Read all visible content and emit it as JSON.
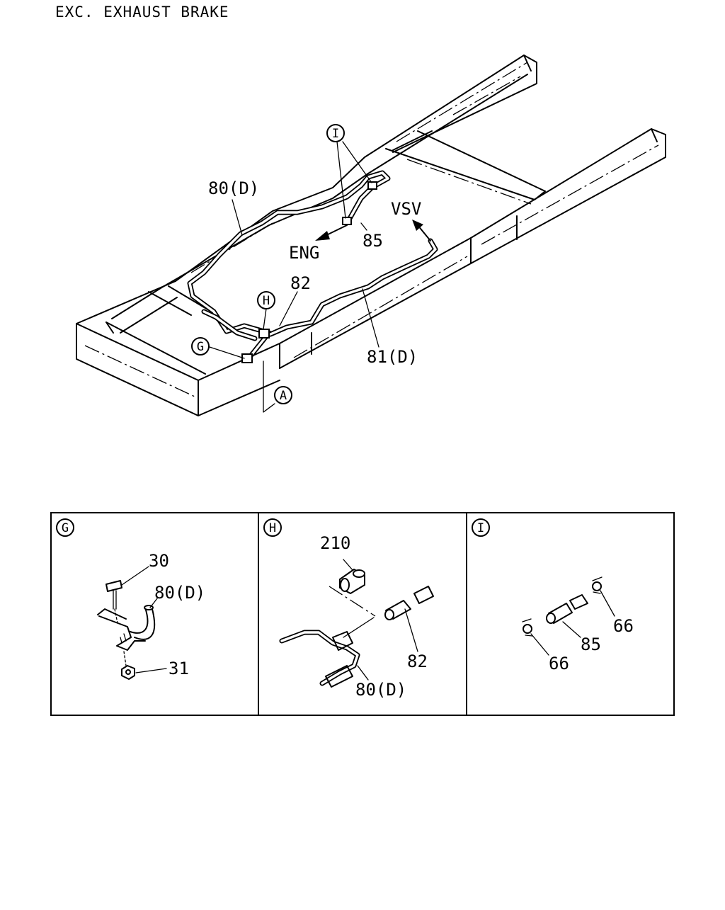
{
  "title": "EXC. EXHAUST BRAKE",
  "main": {
    "labels": {
      "pipe_80": "80(D)",
      "pipe_81": "81(D)",
      "pipe_82": "82",
      "pipe_85": "85",
      "eng": "ENG",
      "vsv": "VSV"
    },
    "callouts": {
      "g": "G",
      "h": "H",
      "i": "I",
      "a": "A"
    }
  },
  "details": {
    "g": {
      "marker": "G",
      "labels": {
        "bolt": "30",
        "pipe": "80(D)",
        "nut": "31"
      }
    },
    "h": {
      "marker": "H",
      "labels": {
        "part_210": "210",
        "hose": "82",
        "pipe": "80(D)"
      }
    },
    "i": {
      "marker": "I",
      "labels": {
        "clip_right": "66",
        "hose": "85",
        "clip_left": "66"
      }
    }
  }
}
